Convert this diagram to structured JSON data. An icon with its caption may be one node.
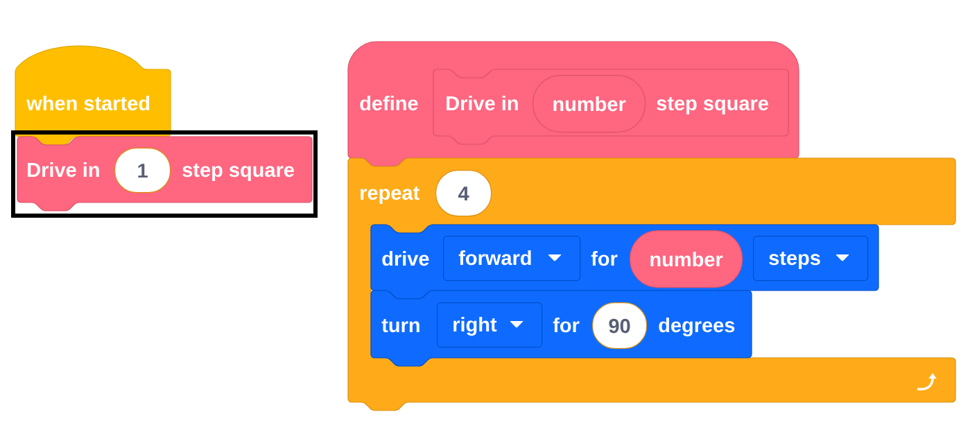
{
  "diagram": {
    "nodes": [
      {
        "text": [
          "when started"
        ]
      },
      {
        "text": [
          "Drive in",
          "step square"
        ]
      },
      {
        "text": [
          "1"
        ],
        "in": 1
      },
      {
        "text": [
          "define"
        ]
      },
      {
        "text": [
          "Drive in",
          "step square"
        ],
        "in": 3
      },
      {
        "text": [
          "number"
        ],
        "in": 4
      },
      {
        "text": [
          "repeat"
        ]
      },
      {
        "text": [
          "4"
        ],
        "in": 6
      },
      {
        "text": [
          "drive",
          "for"
        ],
        "in": 6
      },
      {
        "text": [
          "forward"
        ],
        "in": 8
      },
      {
        "text": [
          "number"
        ],
        "in": 8
      },
      {
        "text": [
          "steps"
        ],
        "in": 8
      },
      {
        "text": [
          "turn",
          "for",
          "degrees"
        ],
        "in": 6
      },
      {
        "text": [
          "right"
        ],
        "in": 12
      },
      {
        "text": [
          "90"
        ],
        "in": 12
      }
    ],
    "edges": []
  }
}
